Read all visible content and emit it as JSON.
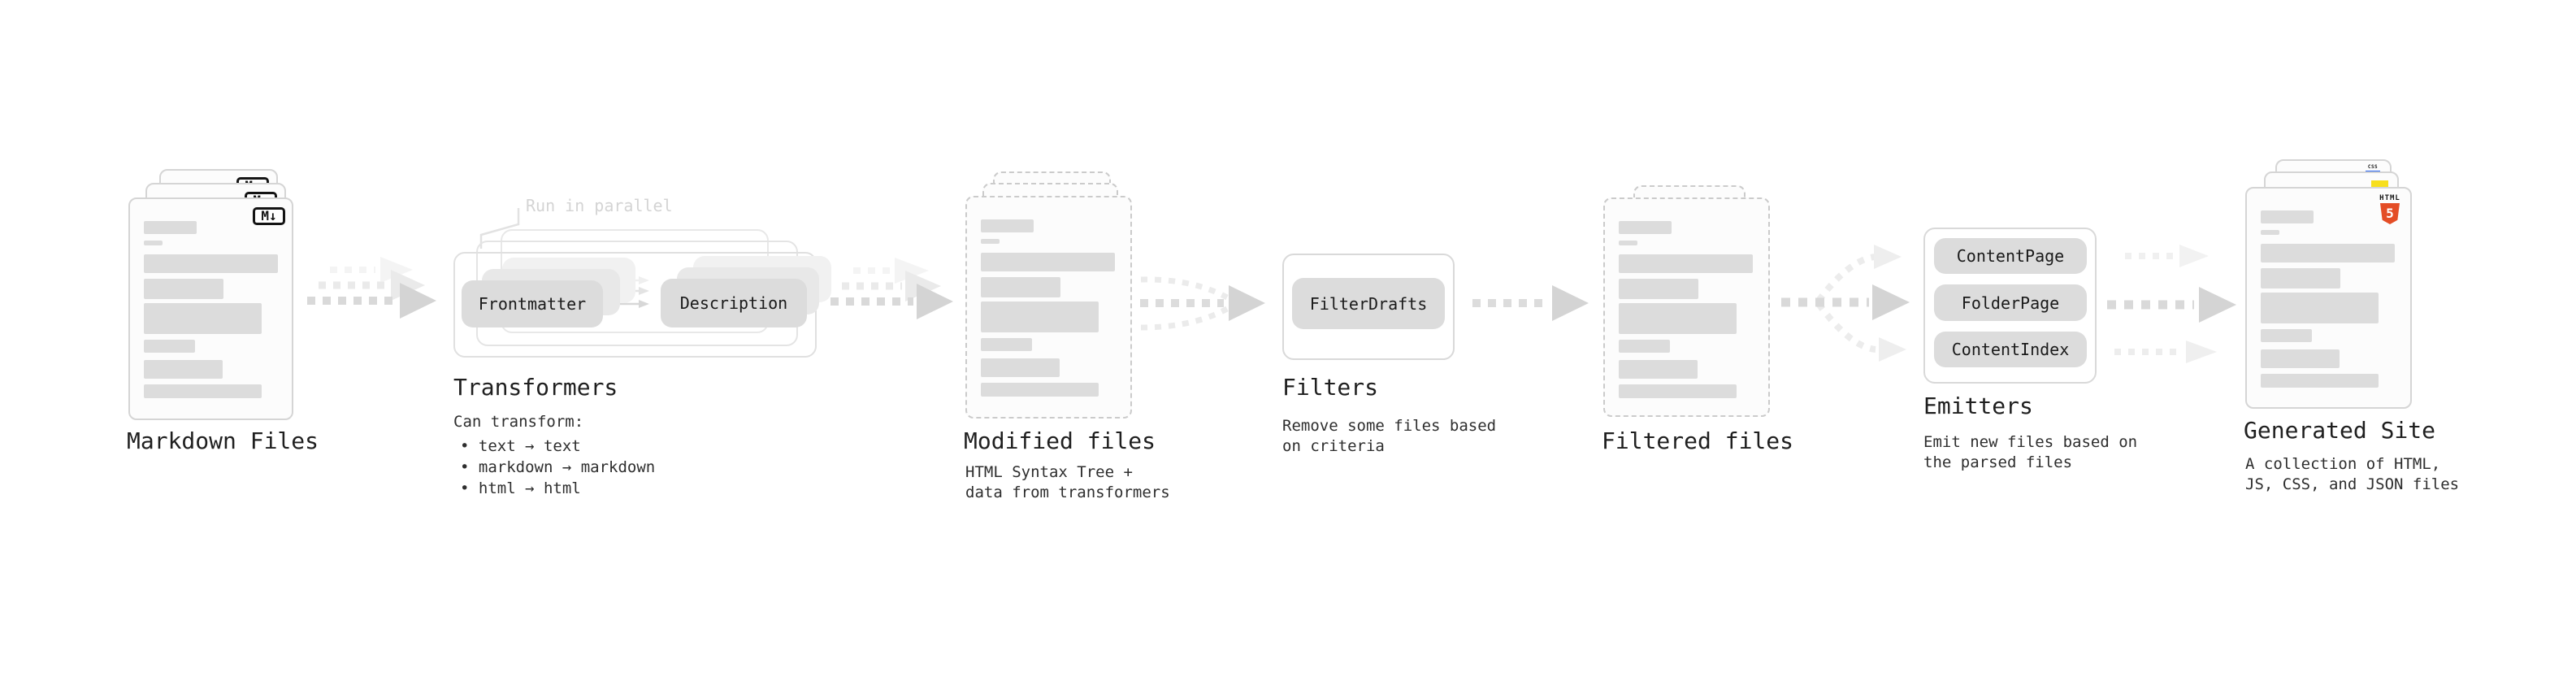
{
  "stages": {
    "markdown_files": {
      "label": "Markdown Files",
      "badge": "M↓"
    },
    "transformers": {
      "title": "Transformers",
      "annotation": "Run in parallel",
      "box_left": "Frontmatter",
      "box_right": "Description",
      "heading": "Can transform:",
      "bullets": [
        "• text → text",
        "• markdown → markdown",
        "• html → html"
      ]
    },
    "modified_files": {
      "label": "Modified files",
      "description": [
        "HTML Syntax Tree +",
        "data from transformers"
      ]
    },
    "filters": {
      "title": "Filters",
      "box": "FilterDrafts",
      "description": [
        "Remove some files based",
        "on criteria"
      ]
    },
    "filtered_files": {
      "label": "Filtered files"
    },
    "emitters": {
      "title": "Emitters",
      "boxes": [
        "ContentPage",
        "FolderPage",
        "ContentIndex"
      ],
      "description": [
        "Emit new files based on",
        "the parsed files"
      ]
    },
    "generated_site": {
      "label": "Generated Site",
      "description": [
        "A collection of HTML,",
        "JS, CSS, and JSON files"
      ],
      "badges": {
        "html_word": "HTML",
        "html_number": "5",
        "css": "CSS"
      }
    }
  },
  "colors": {
    "arrow_main": "#d9d9d9",
    "arrow_head": "#d4d4d4",
    "arrow_ghost": "#eaeaea",
    "doc_border": "#d5d5d5",
    "skeleton": "#dcdcdc",
    "box_fill": "#dcdcdc",
    "html5_orange": "#e44d26",
    "js_yellow": "#f7df1e",
    "css_blue": "#2965f1"
  }
}
